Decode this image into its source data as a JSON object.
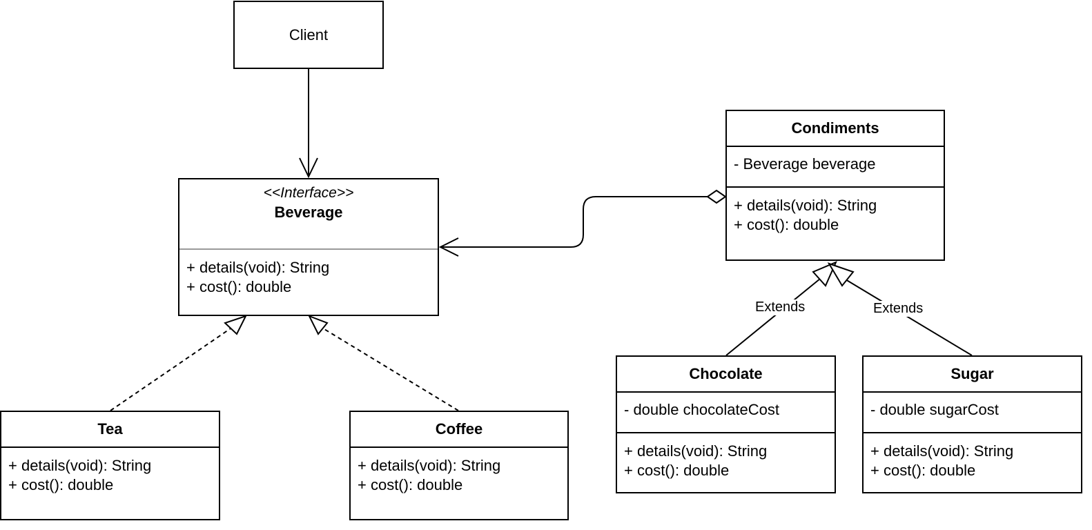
{
  "client": {
    "name": "Client"
  },
  "beverage": {
    "stereotype": "<<Interface>>",
    "name": "Beverage",
    "methods": [
      "+ details(void): String",
      "+ cost(): double"
    ]
  },
  "condiments": {
    "name": "Condiments",
    "attributes": [
      "- Beverage beverage"
    ],
    "methods": [
      "+ details(void): String",
      "+ cost(): double"
    ]
  },
  "tea": {
    "name": "Tea",
    "methods": [
      "+ details(void): String",
      "+ cost(): double"
    ]
  },
  "coffee": {
    "name": "Coffee",
    "methods": [
      "+ details(void): String",
      "+ cost(): double"
    ]
  },
  "chocolate": {
    "name": "Chocolate",
    "attributes": [
      "- double chocolateCost"
    ],
    "methods": [
      "+ details(void): String",
      "+ cost(): double"
    ]
  },
  "sugar": {
    "name": "Sugar",
    "attributes": [
      "- double sugarCost"
    ],
    "methods": [
      "+ details(void): String",
      "+ cost(): double"
    ]
  },
  "edges": {
    "chocolate_label": "Extends",
    "sugar_label": "Extends"
  },
  "colors": {
    "line": "#000000",
    "divider": "#9a9a9a",
    "background": "#ffffff"
  }
}
